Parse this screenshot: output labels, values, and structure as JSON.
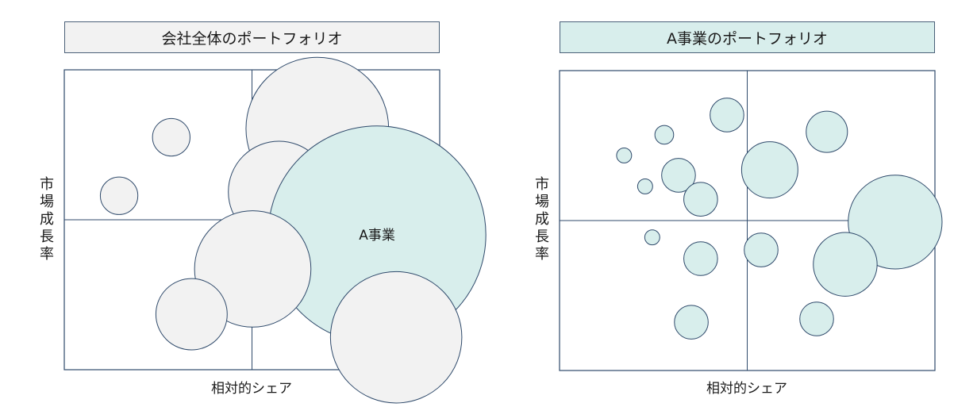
{
  "left_panel": {
    "title": "会社全体のポートフォリオ",
    "ylabel": "市場成長率",
    "xlabel": "相対的シェア",
    "highlight_label": "A事業",
    "colors": {
      "bubble": "#f2f2f2",
      "highlight": "#d8eeec",
      "line": "#2f4a6b"
    }
  },
  "right_panel": {
    "title": "A事業のポートフォリオ",
    "ylabel": "市場成長率",
    "xlabel": "相対的シェア",
    "colors": {
      "bubble": "#d8eeec",
      "line": "#2f4a6b"
    }
  },
  "chart_data": [
    {
      "type": "scatter",
      "title": "会社全体のポートフォリオ",
      "xlabel": "相対的シェア",
      "ylabel": "市場成長率",
      "xlim": [
        0,
        100
      ],
      "ylim": [
        0,
        100
      ],
      "divider": {
        "x": 50,
        "y": 50
      },
      "points": [
        {
          "x": 28.5,
          "y": 77.5,
          "size": 10
        },
        {
          "x": 14.6,
          "y": 58.0,
          "size": 10
        },
        {
          "x": 67.4,
          "y": 80.4,
          "size": 38
        },
        {
          "x": 57.2,
          "y": 59.3,
          "size": 27
        },
        {
          "x": 83.3,
          "y": 45.0,
          "size": 58,
          "label": "A事業",
          "highlight": true
        },
        {
          "x": 50.2,
          "y": 33.6,
          "size": 31
        },
        {
          "x": 33.9,
          "y": 18.5,
          "size": 19
        },
        {
          "x": 88.4,
          "y": 10.8,
          "size": 35
        }
      ]
    },
    {
      "type": "scatter",
      "title": "A事業のポートフォリオ",
      "xlabel": "相対的シェア",
      "ylabel": "市場成長率",
      "xlim": [
        0,
        100
      ],
      "ylim": [
        0,
        100
      ],
      "divider": {
        "x": 50,
        "y": 50
      },
      "points": [
        {
          "x": 44.6,
          "y": 85.2,
          "size": 9
        },
        {
          "x": 27.9,
          "y": 78.6,
          "size": 5
        },
        {
          "x": 17.2,
          "y": 71.7,
          "size": 4
        },
        {
          "x": 31.7,
          "y": 65.1,
          "size": 9
        },
        {
          "x": 22.8,
          "y": 61.4,
          "size": 4
        },
        {
          "x": 37.6,
          "y": 57.1,
          "size": 9
        },
        {
          "x": 56.0,
          "y": 66.9,
          "size": 15
        },
        {
          "x": 71.2,
          "y": 79.6,
          "size": 11
        },
        {
          "x": 89.4,
          "y": 49.5,
          "size": 25
        },
        {
          "x": 24.7,
          "y": 44.4,
          "size": 4
        },
        {
          "x": 37.6,
          "y": 37.3,
          "size": 9
        },
        {
          "x": 53.7,
          "y": 40.2,
          "size": 9
        },
        {
          "x": 76.1,
          "y": 35.4,
          "size": 17
        },
        {
          "x": 35.1,
          "y": 16.1,
          "size": 9
        },
        {
          "x": 68.5,
          "y": 17.2,
          "size": 9
        }
      ]
    }
  ]
}
